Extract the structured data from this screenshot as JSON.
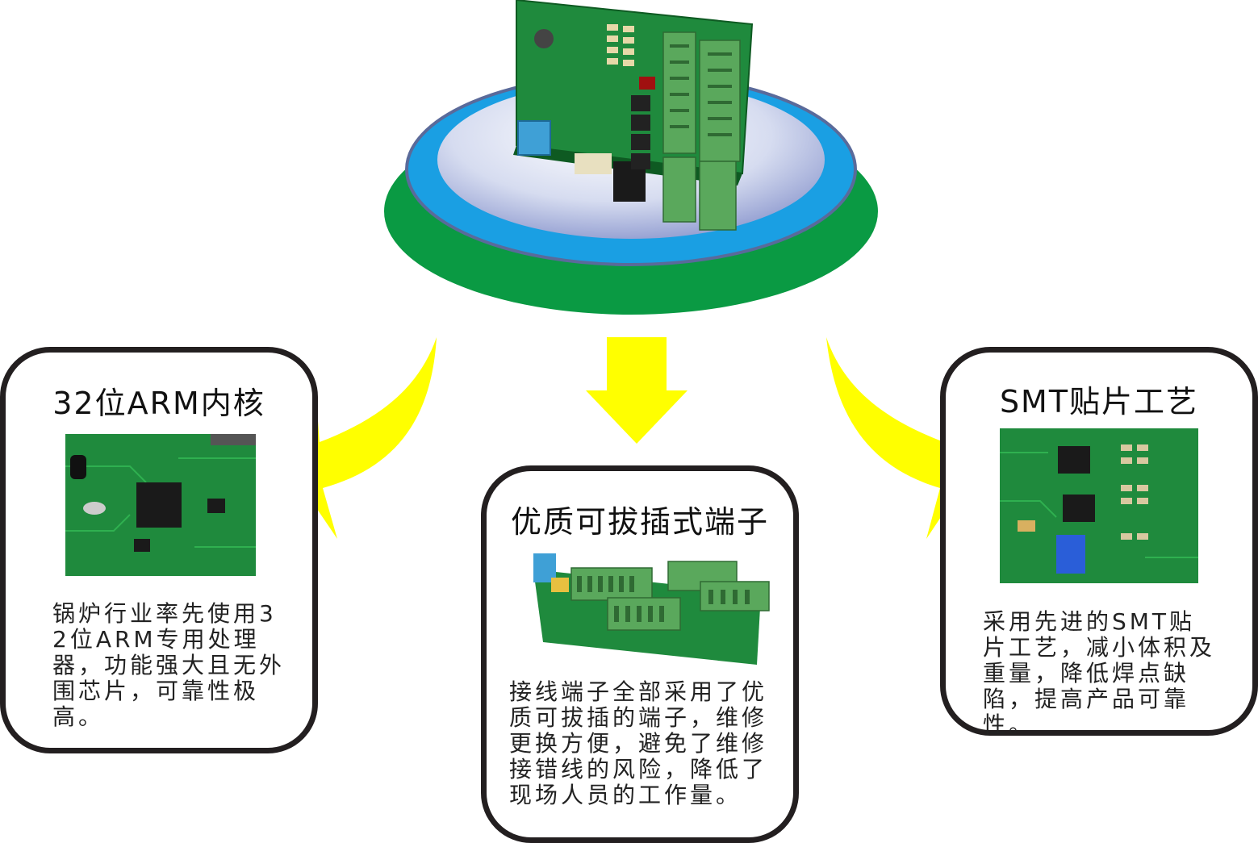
{
  "colors": {
    "outer_ring": "#0a9a43",
    "middle_ring": "#1a9fe3",
    "arrow": "#ffff00",
    "card_border": "#231f20",
    "pcb": "#1f8a3d",
    "terminal": "#5aa85c"
  },
  "hero": {
    "image_icon": "pcb-board-photo"
  },
  "cards": [
    {
      "title": "32位ARM内核",
      "image_icon": "arm-chip-photo",
      "description": "锅炉行业率先使用32位ARM专用处理器，功能强大且无外围芯片，可靠性极高。"
    },
    {
      "title": "优质可拔插式端子",
      "image_icon": "terminal-block-photo",
      "description": "接线端子全部采用了优质可拔插的端子，维修更换方便，避免了维修接错线的风险，降低了现场人员的工作量。"
    },
    {
      "title": "SMT贴片工艺",
      "image_icon": "smt-board-photo",
      "description": "采用先进的SMT贴片工艺，减小体积及重量，降低焊点缺陷，提高产品可靠性。"
    }
  ]
}
